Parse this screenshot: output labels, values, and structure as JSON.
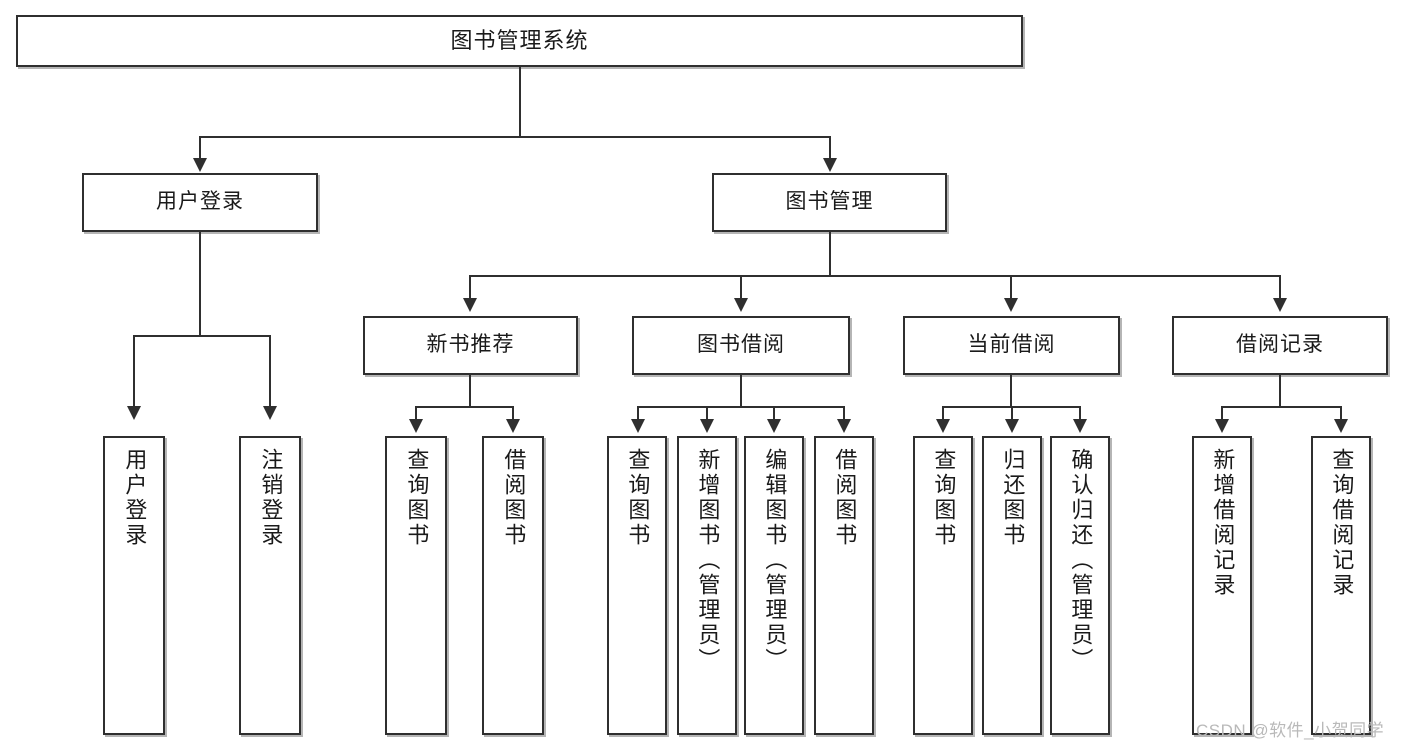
{
  "diagram": {
    "type": "tree-hierarchy-chart",
    "title": "图书管理系统",
    "colors": {
      "border": "#2f2f2f",
      "fill": "#ffffff",
      "text": "#1a1a1a",
      "watermark": "#b9b9b9",
      "background": "#ffffff"
    },
    "levels": 4
  },
  "root": {
    "label": "图书管理系统"
  },
  "level2": [
    {
      "label": "用户登录"
    },
    {
      "label": "图书管理"
    }
  ],
  "level3": [
    {
      "label": "新书推荐"
    },
    {
      "label": "图书借阅"
    },
    {
      "label": "当前借阅"
    },
    {
      "label": "借阅记录"
    }
  ],
  "leaves": {
    "user_login": [
      {
        "label": "用户登录"
      },
      {
        "label": "注销登录"
      }
    ],
    "new_book_recommend": [
      {
        "label": "查询图书"
      },
      {
        "label": "借阅图书"
      }
    ],
    "book_borrow": [
      {
        "label": "查询图书"
      },
      {
        "label": "新增图书（管理员）"
      },
      {
        "label": "编辑图书（管理员）"
      },
      {
        "label": "借阅图书"
      }
    ],
    "current_borrow": [
      {
        "label": "查询图书"
      },
      {
        "label": "归还图书"
      },
      {
        "label": "确认归还（管理员）"
      }
    ],
    "borrow_record": [
      {
        "label": "新增借阅记录"
      },
      {
        "label": "查询借阅记录"
      }
    ]
  },
  "watermark": {
    "text": "CSDN @软件_小贺同学"
  }
}
